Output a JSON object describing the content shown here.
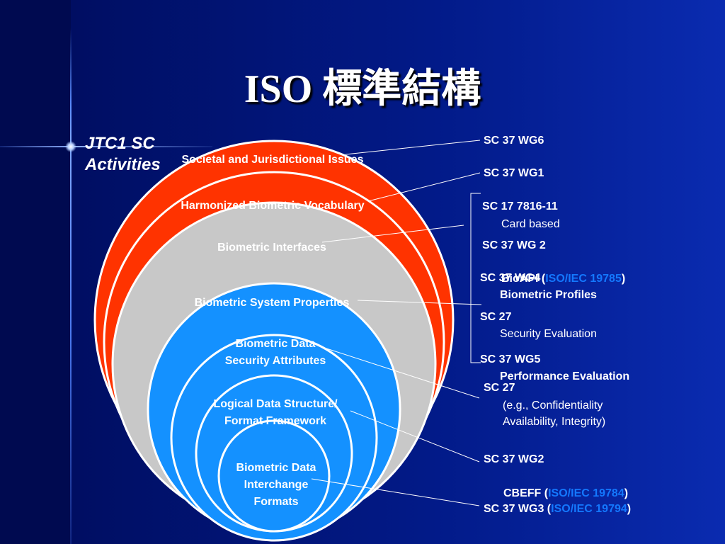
{
  "slide": {
    "title": "ISO 標準結構",
    "jtc_label": "JTC1 SC\nActivities"
  },
  "circles": {
    "societal": "Societal and Jurisdictional Issues",
    "vocabulary": "Harmonized Biometric Vocabulary",
    "interfaces": "Biometric Interfaces",
    "system_properties": "Biometric System Properties",
    "data_security": "Biometric Data\nSecurity Attributes",
    "logical_structure": "Logical Data Structure/\nFormat Framework",
    "interchange": "Biometric Data\nInterchange\nFormats"
  },
  "committees": {
    "wg6": "SC 37 WG6",
    "wg1": "SC 37 WG1",
    "sc17": "SC 17 7816-11",
    "sc17_sub": "Card based",
    "wg2a": "SC 37 WG 2",
    "wg2a_sub_prefix": "BioAPI (",
    "wg2a_sub_iso": "ISO/IEC 19785",
    "wg2a_sub_suffix": ")",
    "wg4": "SC 37 WG4",
    "wg4_sub": "Biometric Profiles",
    "sc27a": "SC 27",
    "sc27a_sub": "Security Evaluation",
    "wg5": "SC 37 WG5",
    "wg5_sub": "Performance Evaluation",
    "sc27b": "SC 27",
    "sc27b_sub": "(e.g., Confidentiality\nAvailability, Integrity)",
    "wg2b": "SC 37 WG2",
    "wg2b_sub_prefix": "CBEFF (",
    "wg2b_sub_iso": "ISO/IEC 19784",
    "wg2b_sub_suffix": ")",
    "wg3_prefix": "SC 37 WG3 (",
    "wg3_iso": "ISO/IEC 19794",
    "wg3_suffix": ")"
  },
  "colors": {
    "background": "#02106a",
    "outer_ring": "#ff3300",
    "middle_ring": "#c8c8c8",
    "inner_ring": "#1491ff",
    "iso_link": "#1478ff"
  }
}
